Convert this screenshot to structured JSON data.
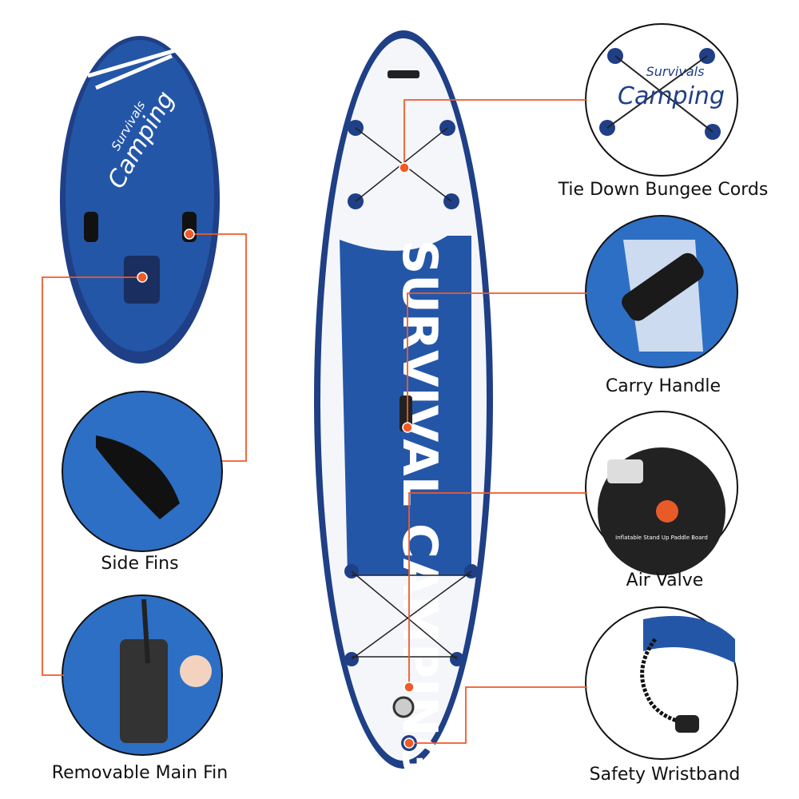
{
  "brand": {
    "line1": "Survivals",
    "line2": "Camping",
    "deck_text": "SURVIVAL CAMPING"
  },
  "colors": {
    "board_blue": "#2456a8",
    "dark_blue": "#1f3f86",
    "callout": "#f05a28"
  },
  "features": [
    {
      "label": "Tie Down Bungee Cords"
    },
    {
      "label": "Carry Handle"
    },
    {
      "label": "Air Valve"
    },
    {
      "label": "Safety Wristband"
    },
    {
      "label": "Side Fins"
    },
    {
      "label": "Removable Main Fin"
    }
  ],
  "valve_text": "Inflatable Stand Up Paddle Board"
}
